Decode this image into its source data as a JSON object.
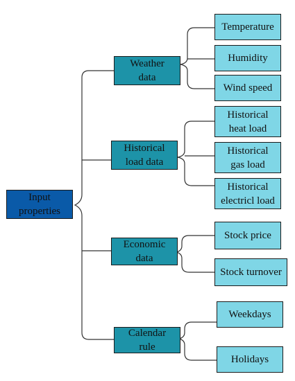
{
  "colors": {
    "root": "#0a5aa8",
    "category": "#1d93a8",
    "leaf": "#7fd6e6",
    "line": "#333333"
  },
  "root": {
    "label": "Input\nproperties"
  },
  "categories": [
    {
      "label": "Weather\ndata",
      "leaves": [
        "Temperature",
        "Humidity",
        "Wind speed"
      ]
    },
    {
      "label": "Historical\nload data",
      "leaves": [
        "Historical\nheat load",
        "Historical\ngas load",
        "Historical\nelectricl load"
      ]
    },
    {
      "label": "Economic\ndata",
      "leaves": [
        "Stock price",
        "Stock turnover"
      ]
    },
    {
      "label": "Calendar\nrule",
      "leaves": [
        "Weekdays",
        "Holidays"
      ]
    }
  ]
}
